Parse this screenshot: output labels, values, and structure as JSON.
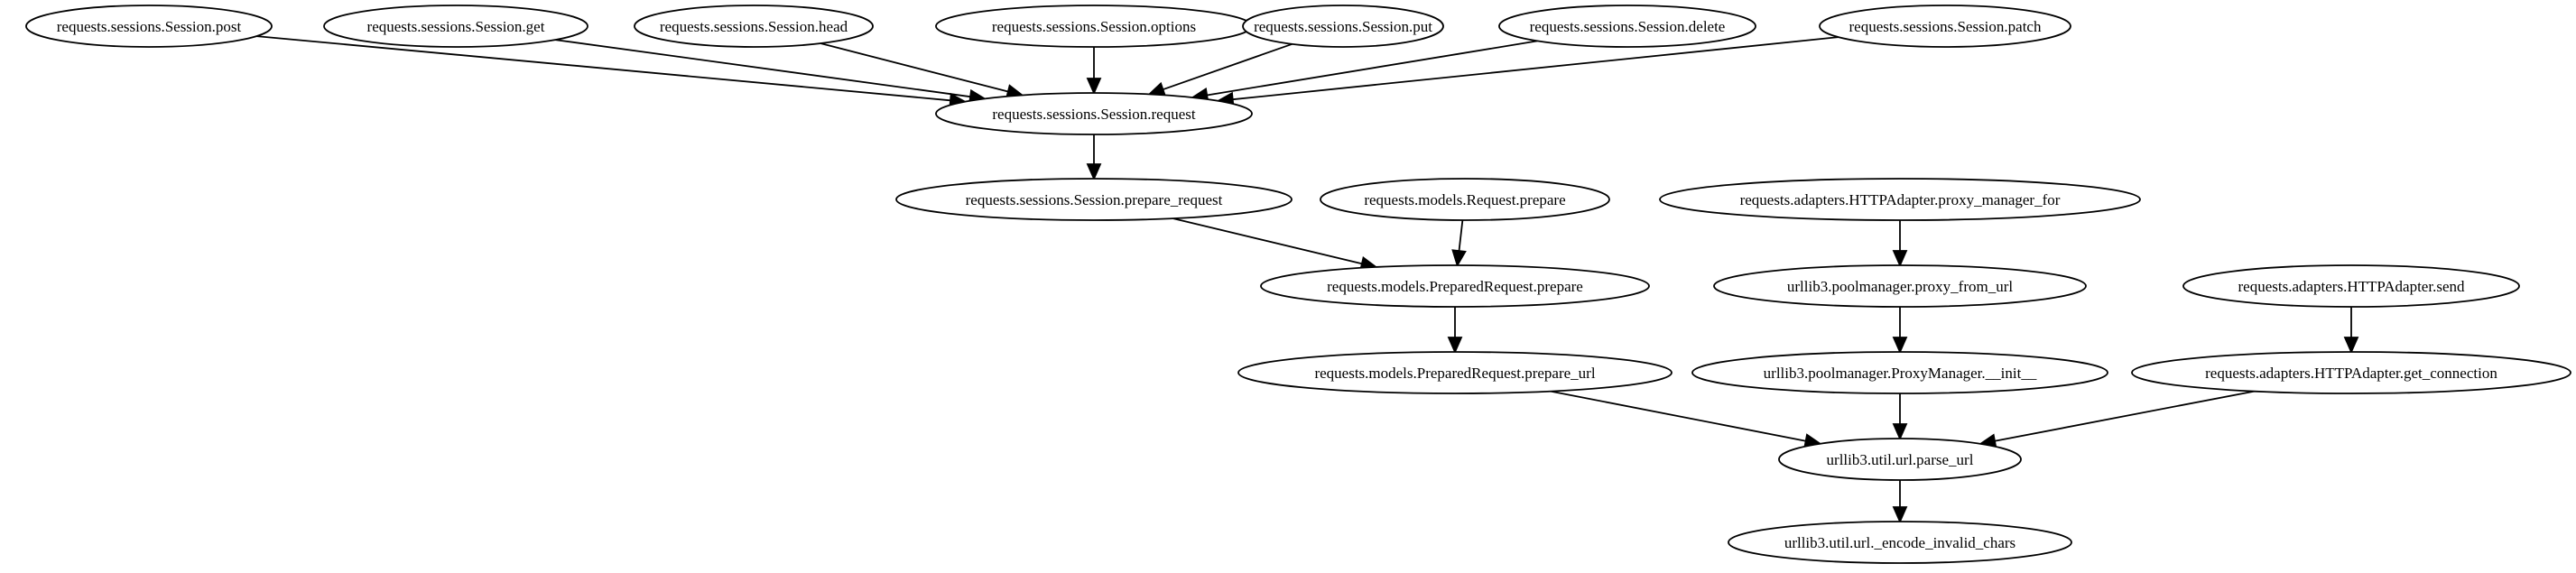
{
  "graph": {
    "nodes": [
      {
        "id": "post",
        "label": "requests.sessions.Session.post"
      },
      {
        "id": "get",
        "label": "requests.sessions.Session.get"
      },
      {
        "id": "head",
        "label": "requests.sessions.Session.head"
      },
      {
        "id": "options",
        "label": "requests.sessions.Session.options"
      },
      {
        "id": "put",
        "label": "requests.sessions.Session.put"
      },
      {
        "id": "delete",
        "label": "requests.sessions.Session.delete"
      },
      {
        "id": "patch",
        "label": "requests.sessions.Session.patch"
      },
      {
        "id": "request",
        "label": "requests.sessions.Session.request"
      },
      {
        "id": "prepare_request",
        "label": "requests.sessions.Session.prepare_request"
      },
      {
        "id": "request_prepare",
        "label": "requests.models.Request.prepare"
      },
      {
        "id": "proxy_manager_for",
        "label": "requests.adapters.HTTPAdapter.proxy_manager_for"
      },
      {
        "id": "prepared_prepare",
        "label": "requests.models.PreparedRequest.prepare"
      },
      {
        "id": "proxy_from_url",
        "label": "urllib3.poolmanager.proxy_from_url"
      },
      {
        "id": "adapter_send",
        "label": "requests.adapters.HTTPAdapter.send"
      },
      {
        "id": "prepare_url",
        "label": "requests.models.PreparedRequest.prepare_url"
      },
      {
        "id": "proxymanager_init",
        "label": "urllib3.poolmanager.ProxyManager.__init__"
      },
      {
        "id": "get_connection",
        "label": "requests.adapters.HTTPAdapter.get_connection"
      },
      {
        "id": "parse_url",
        "label": "urllib3.util.url.parse_url"
      },
      {
        "id": "encode_invalid_chars",
        "label": "urllib3.util.url._encode_invalid_chars"
      }
    ],
    "edges": [
      {
        "from": "post",
        "to": "request"
      },
      {
        "from": "get",
        "to": "request"
      },
      {
        "from": "head",
        "to": "request"
      },
      {
        "from": "options",
        "to": "request"
      },
      {
        "from": "put",
        "to": "request"
      },
      {
        "from": "delete",
        "to": "request"
      },
      {
        "from": "patch",
        "to": "request"
      },
      {
        "from": "request",
        "to": "prepare_request"
      },
      {
        "from": "prepare_request",
        "to": "prepared_prepare"
      },
      {
        "from": "request_prepare",
        "to": "prepared_prepare"
      },
      {
        "from": "prepared_prepare",
        "to": "prepare_url"
      },
      {
        "from": "proxy_manager_for",
        "to": "proxy_from_url"
      },
      {
        "from": "proxy_from_url",
        "to": "proxymanager_init"
      },
      {
        "from": "adapter_send",
        "to": "get_connection"
      },
      {
        "from": "prepare_url",
        "to": "parse_url"
      },
      {
        "from": "proxymanager_init",
        "to": "parse_url"
      },
      {
        "from": "get_connection",
        "to": "parse_url"
      },
      {
        "from": "parse_url",
        "to": "encode_invalid_chars"
      }
    ]
  }
}
